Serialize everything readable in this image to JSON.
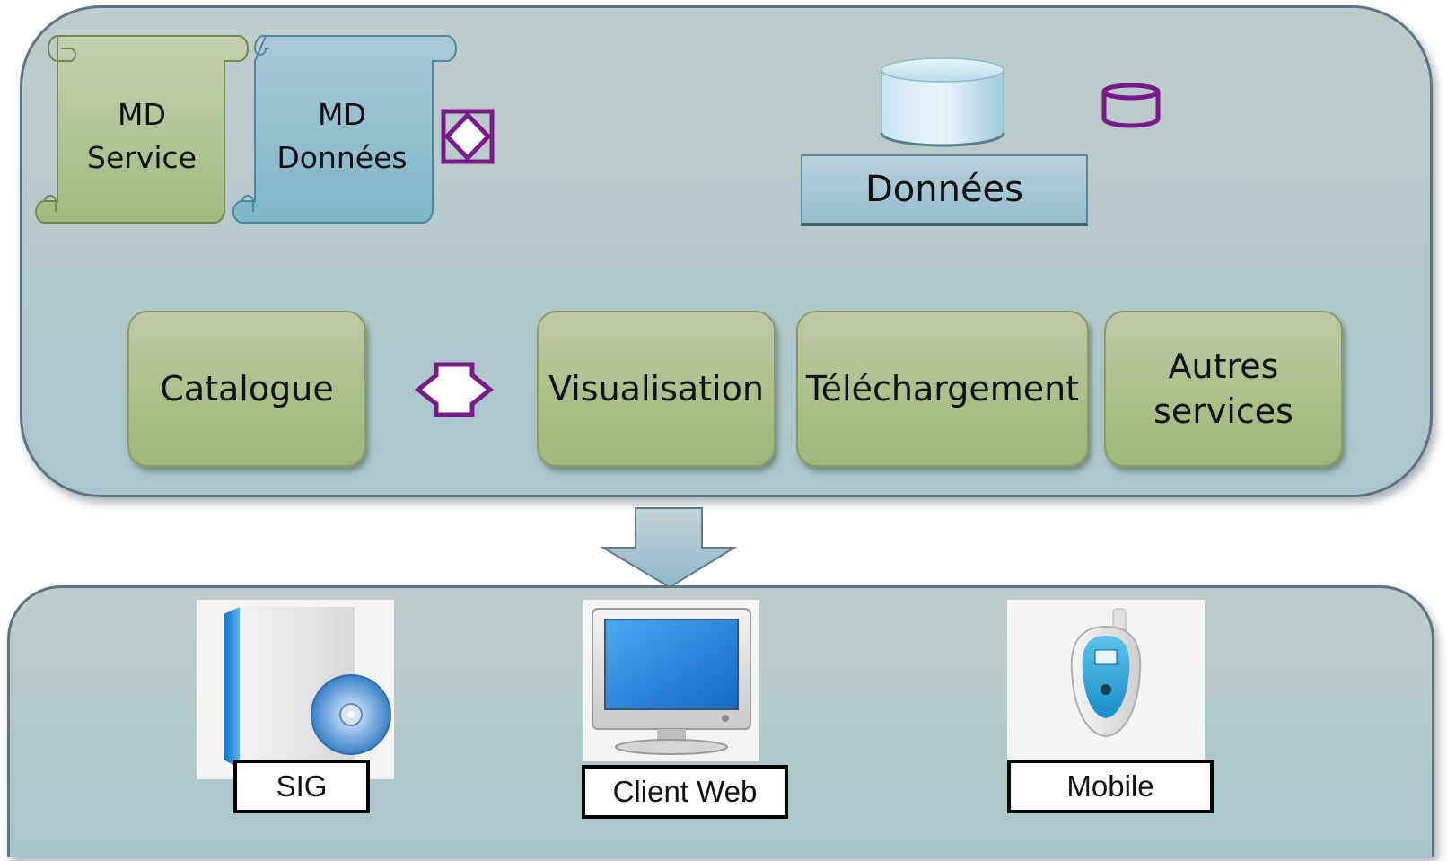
{
  "metadata": {
    "service": "MD\nService",
    "data": "MD\nDonnées"
  },
  "data_store": {
    "label": "Données"
  },
  "services": [
    {
      "label": "Catalogue"
    },
    {
      "label": "Visualisation"
    },
    {
      "label": "Téléchargement"
    },
    {
      "label": "Autres\nservices"
    }
  ],
  "clients": [
    {
      "label": "SIG",
      "icon": "software-box-cd-icon"
    },
    {
      "label": "Client Web",
      "icon": "monitor-icon"
    },
    {
      "label": "Mobile",
      "icon": "mobile-phone-icon"
    }
  ],
  "colors": {
    "panel": "#b3c8ca",
    "service_green": "#a9bf86",
    "metadata_green": "#aec496",
    "metadata_blue": "#8fbfce",
    "accent_purple": "#7a1a8a"
  }
}
